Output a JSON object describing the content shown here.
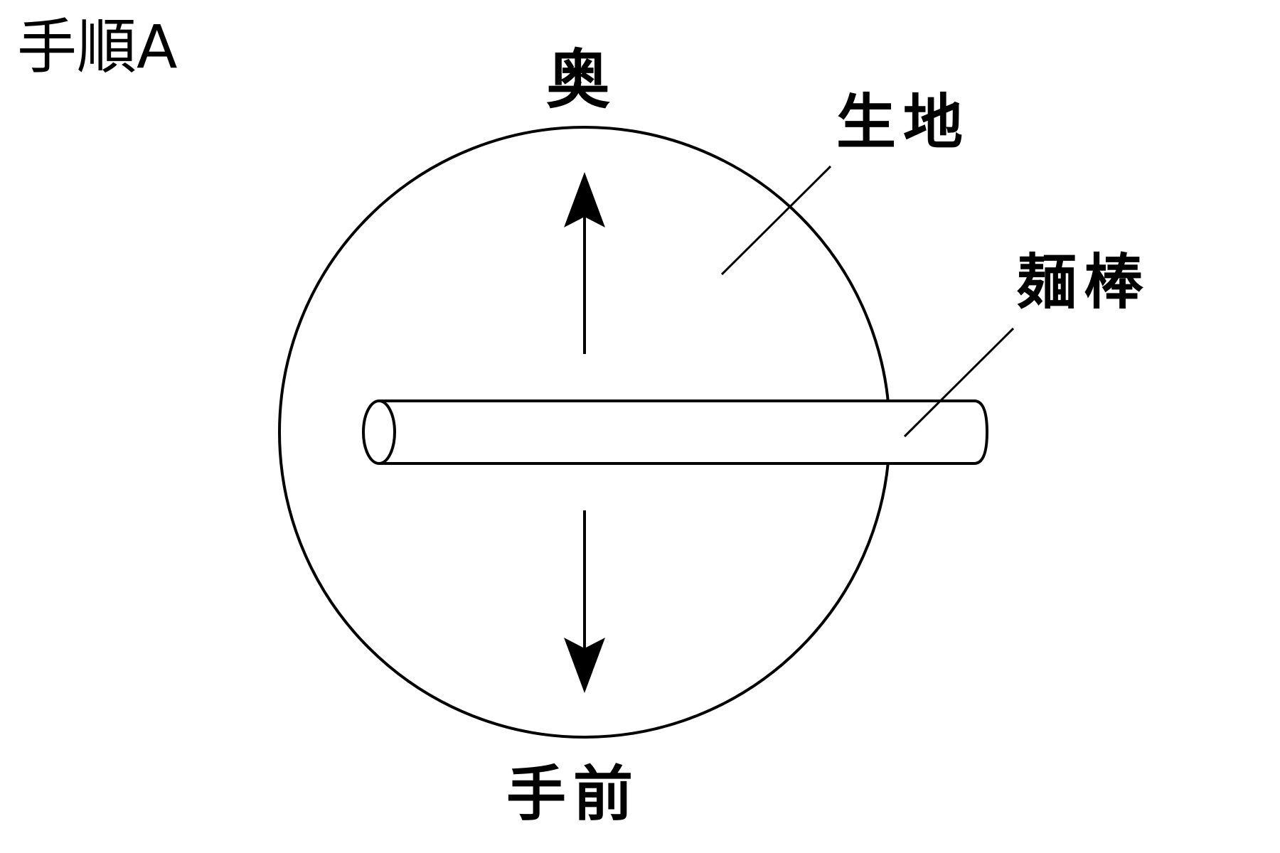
{
  "title": "手順A",
  "labels": {
    "back": "奥",
    "front": "手前",
    "dough": "生地",
    "rolling_pin": "麺棒"
  }
}
